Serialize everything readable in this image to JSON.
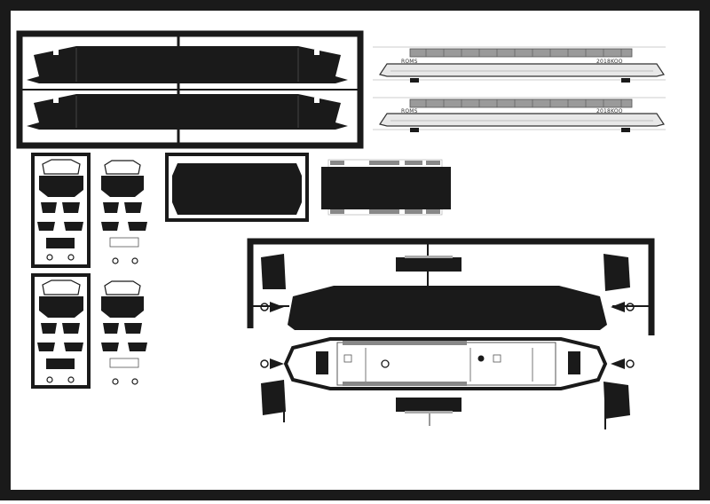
{
  "car_labels": [
    {
      "left_text": "ROMS",
      "right_text": "2018KOO"
    },
    {
      "left_text": "ROMS",
      "right_text": "2018KOO"
    }
  ],
  "colors": {
    "ink": "#1a1a1a",
    "paper": "#ffffff",
    "window_grey": "#9a9a9a"
  }
}
